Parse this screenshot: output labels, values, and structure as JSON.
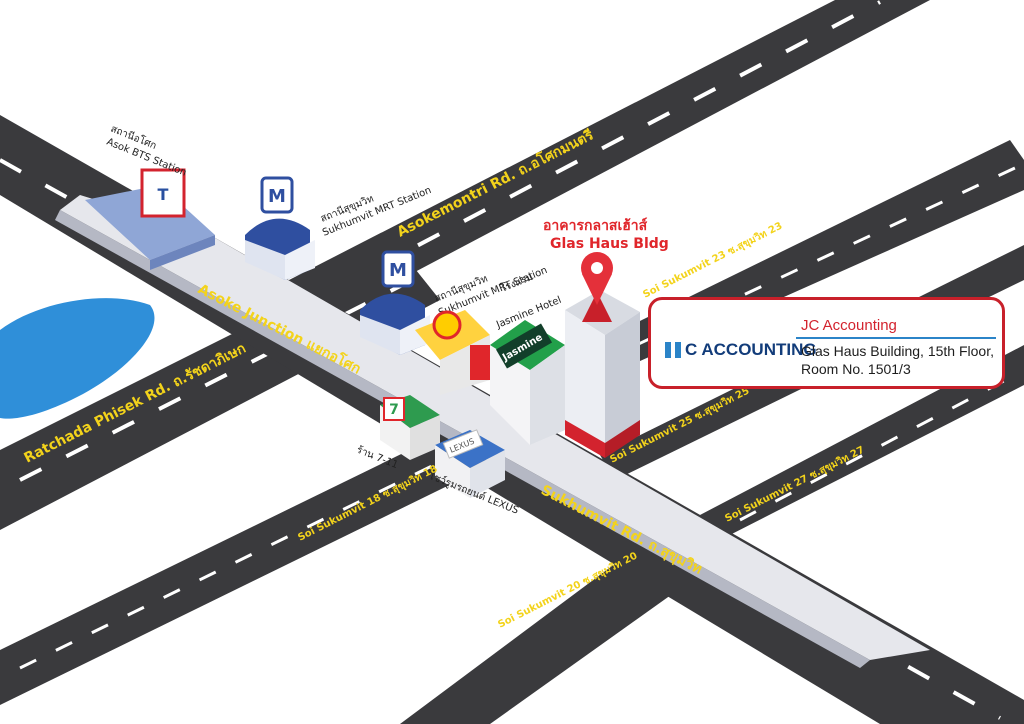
{
  "roads": {
    "asokemontri": "Asokemontri Rd. ถ.อโศกมนตรี",
    "ratchada": "Ratchada Phisek Rd. ถ.รัชดาภิเษก",
    "asoke_junction": "Asoke Junction  แยกอโศก",
    "sukhumvit": "Sukhumvit Rd.  ถ.สุขุมวิท",
    "soi23": "Soi Sukumvit 23  ซ.สุขุมวิท 23",
    "soi25": "Soi Sukumvit 25  ซ.สุขุมวิท 25",
    "soi27": "Soi Sukumvit 27  ซ.สุขุมวิท 27",
    "soi18": "Soi Sukumvit 18  ซ.สุขุมวิท 18",
    "soi20": "Soi Sukumvit 20  ซ.สุขุมวิท 20"
  },
  "landmarks": {
    "bts_th": "สถานีอโศก",
    "bts_en": "Asok BTS Station",
    "mrt1_th": "สถานีสุขุมวิท",
    "mrt1_en": "Sukhumvit MRT Station",
    "mrt2_th": "สถานีสุขุมวิท",
    "mrt2_en": "Sukhumvit MRT Station",
    "hotel_th": "โรงแรม",
    "hotel_en": "Jasmine Hotel",
    "hotel_sign": "Jasmine",
    "seven_eleven": "ร้าน 7-11",
    "lexus": "โชว์รูมรถยนต์ LEXUS",
    "lexus_sign": "LEXUS",
    "mrt_letter": "M",
    "seven_sign": "7"
  },
  "destination": {
    "th": "อาคารกลาสเฮ้าส์",
    "en": "Glas Haus Bldg"
  },
  "card": {
    "logo_text": "C ACCOUNTING",
    "title": "JC Accounting",
    "address_line1": "Glas Haus Building, 15th Floor,",
    "address_line2": "Room No. 1501/3"
  },
  "colors": {
    "road": "#3a3a3d",
    "skytrain": "#e6e7ec",
    "pin": "#e4303a",
    "label": "#f3d31b",
    "water": "#2f8fd9"
  }
}
